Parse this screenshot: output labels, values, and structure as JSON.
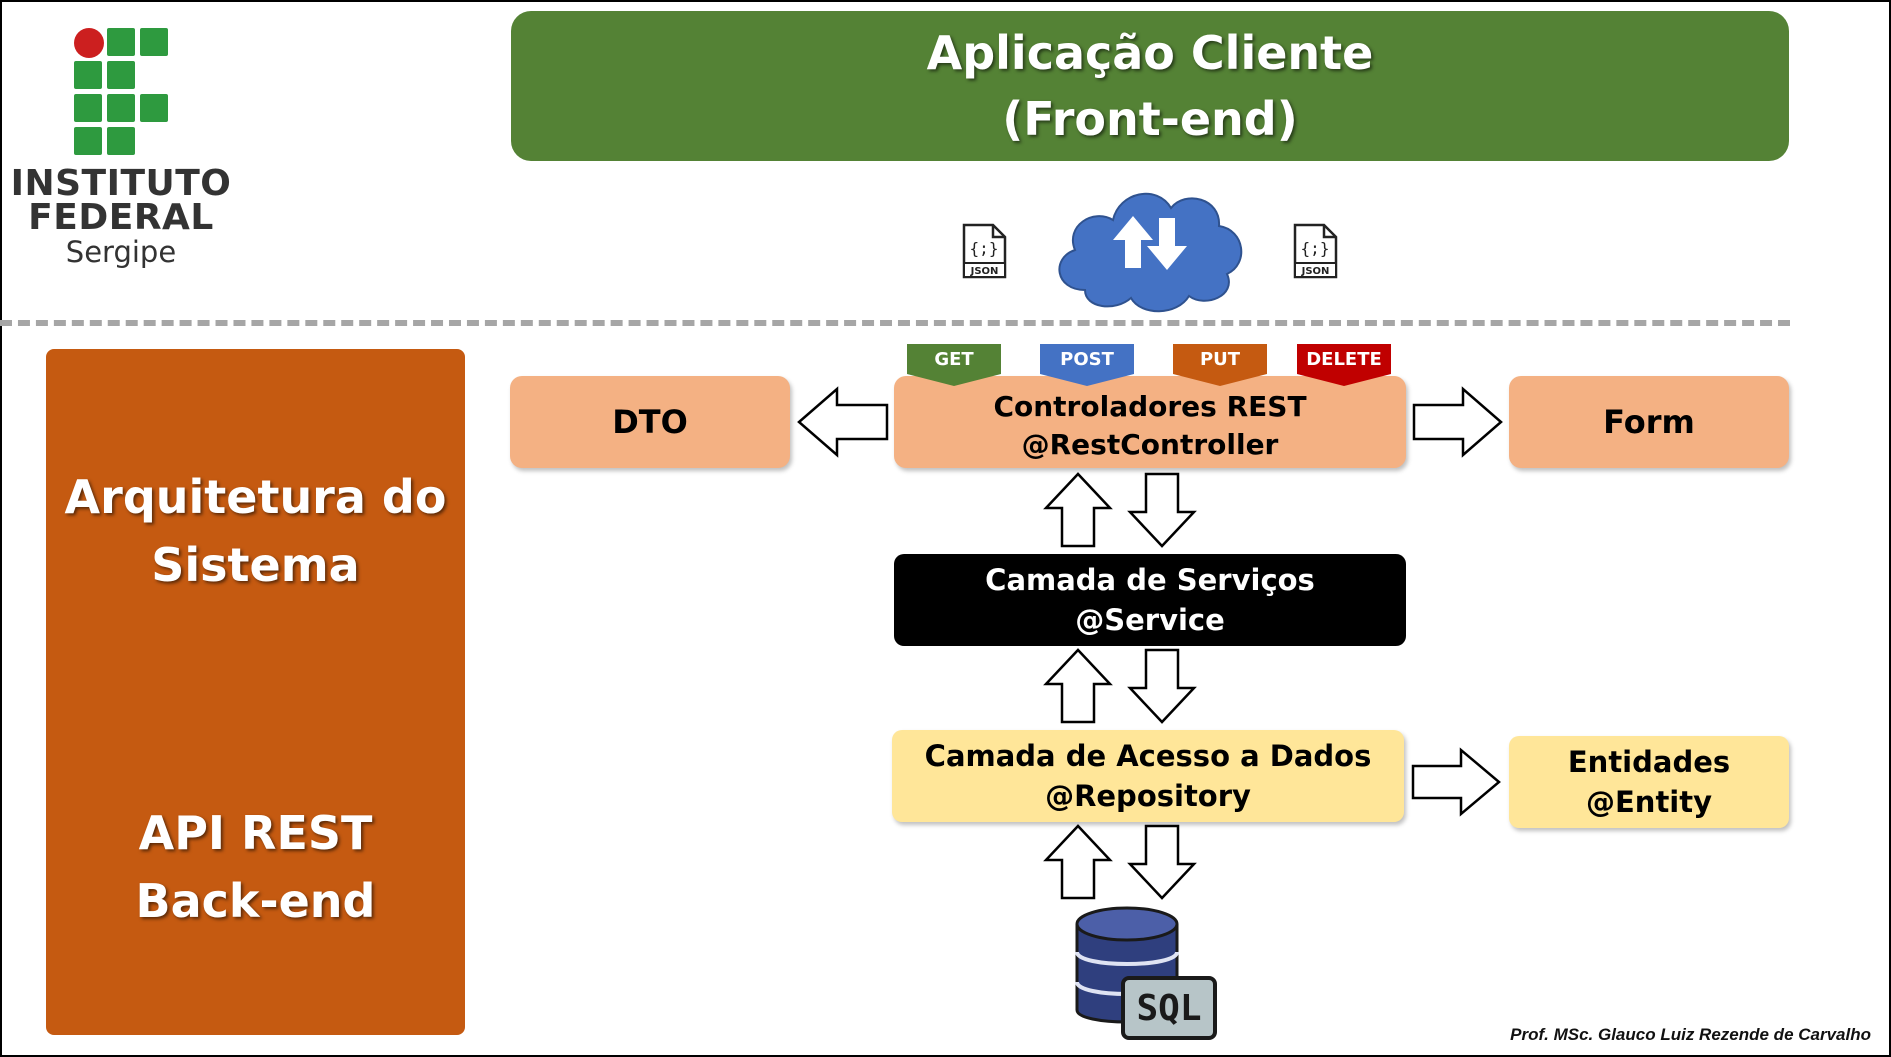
{
  "logo": {
    "line1": "INSTITUTO",
    "line2": "FEDERAL",
    "line3": "Sergipe"
  },
  "frontend": {
    "line1": "Aplicação Cliente",
    "line2": "(Front-end)"
  },
  "json_icon_label": "JSON",
  "json_icon_symbol": "{;}",
  "side_panel": {
    "title_line1": "Arquitetura do",
    "title_line2": "Sistema",
    "subtitle_line1": "API REST",
    "subtitle_line2": "Back-end"
  },
  "http_methods": [
    "GET",
    "POST",
    "PUT",
    "DELETE"
  ],
  "controllers": {
    "line1": "Controladores REST",
    "line2": "@RestController"
  },
  "dto": "DTO",
  "form": "Form",
  "services": {
    "line1": "Camada de Serviços",
    "line2": "@Service"
  },
  "data_access": {
    "line1": "Camada de Acesso a Dados",
    "line2": "@Repository"
  },
  "entities": {
    "line1": "Entidades",
    "line2": "@Entity"
  },
  "database_label": "SQL",
  "credit": "Prof. MSc. Glauco Luiz Rezende de Carvalho",
  "colors": {
    "frontend_green": "#548235",
    "panel_orange": "#c55a11",
    "light_orange": "#f4b183",
    "black": "#000000",
    "light_yellow": "#ffd966",
    "get": "#548235",
    "post": "#4472c4",
    "put": "#c55a11",
    "delete": "#c00000",
    "cloud": "#4472c4",
    "db": "#2f3f7e"
  }
}
